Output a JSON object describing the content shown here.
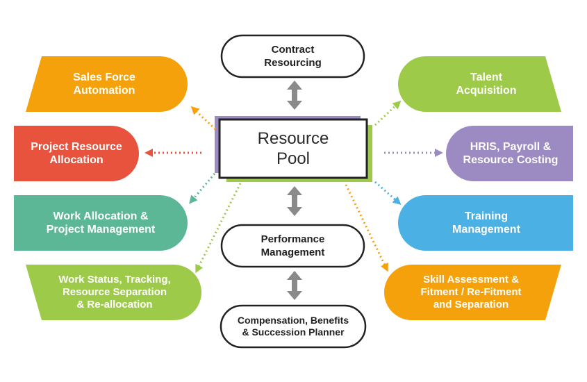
{
  "center": {
    "title": "Resource\nPool"
  },
  "top_nodes": [
    {
      "label": "Contract\nResourcing"
    },
    {
      "label": "Performance\nManagement"
    },
    {
      "label": "Compensation, Benefits\n& Succession Planner"
    }
  ],
  "left_nodes": [
    {
      "label": "Sales Force\nAutomation",
      "color": "#F5A10B"
    },
    {
      "label": "Project Resource\nAllocation",
      "color": "#E8533D"
    },
    {
      "label": "Work Allocation &\nProject Management",
      "color": "#5BB796"
    },
    {
      "label": "Work Status, Tracking,\nResource Separation\n& Re-allocation",
      "color": "#9DCB49"
    }
  ],
  "right_nodes": [
    {
      "label": "Talent\nAcquisition",
      "color": "#9DCB49"
    },
    {
      "label": "HRIS, Payroll &\nResource Costing",
      "color": "#9C8BC2"
    },
    {
      "label": "Training\nManagement",
      "color": "#4BB0E3"
    },
    {
      "label": "Skill Assessment &\nFitment / Re-Fitment\nand Separation",
      "color": "#F5A10B"
    }
  ],
  "colors": {
    "outline": "#222222",
    "arrow": "#8a8a8a",
    "center_shadow_purple": "#9C8BC2",
    "center_shadow_green": "#9DCB49"
  }
}
